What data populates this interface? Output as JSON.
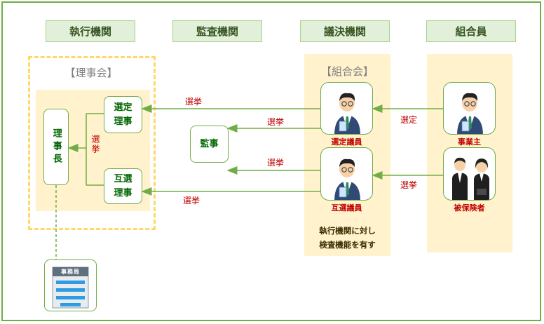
{
  "headers": {
    "executive": "執行機関",
    "audit": "監査機関",
    "legislative": "議決機関",
    "members": "組合員"
  },
  "groups": {
    "board": "【理事会】",
    "assembly": "【組合会】"
  },
  "nodes": {
    "chairman": "理事長",
    "appointed_director_1": "選定",
    "appointed_director_2": "理事",
    "elected_director_1": "互選",
    "elected_director_2": "理事",
    "auditor": "監事"
  },
  "people": {
    "appointed_member": "選定議員",
    "elected_member": "互選議員",
    "employer": "事業主",
    "insured": "被保険者"
  },
  "edges": {
    "elect_appointed_director": "選挙",
    "elect_auditor_top": "選挙",
    "elect_auditor_bottom": "選挙",
    "elect_elected_director": "選挙",
    "appoint": "選定",
    "elect_by_insured": "選挙",
    "chairman_elect": "選挙"
  },
  "note": {
    "line1": "執行機関に対し",
    "line2": "検査機能を有す"
  },
  "office": {
    "label": "事務局"
  },
  "colors": {
    "frame": "#70ad47",
    "header_fill": "#e2efd9",
    "panel_fill": "#fff2cc",
    "dashed_border": "#ffd966",
    "arrow": "#70ad47",
    "label_red": "#c00000",
    "node_text": "#006600"
  }
}
